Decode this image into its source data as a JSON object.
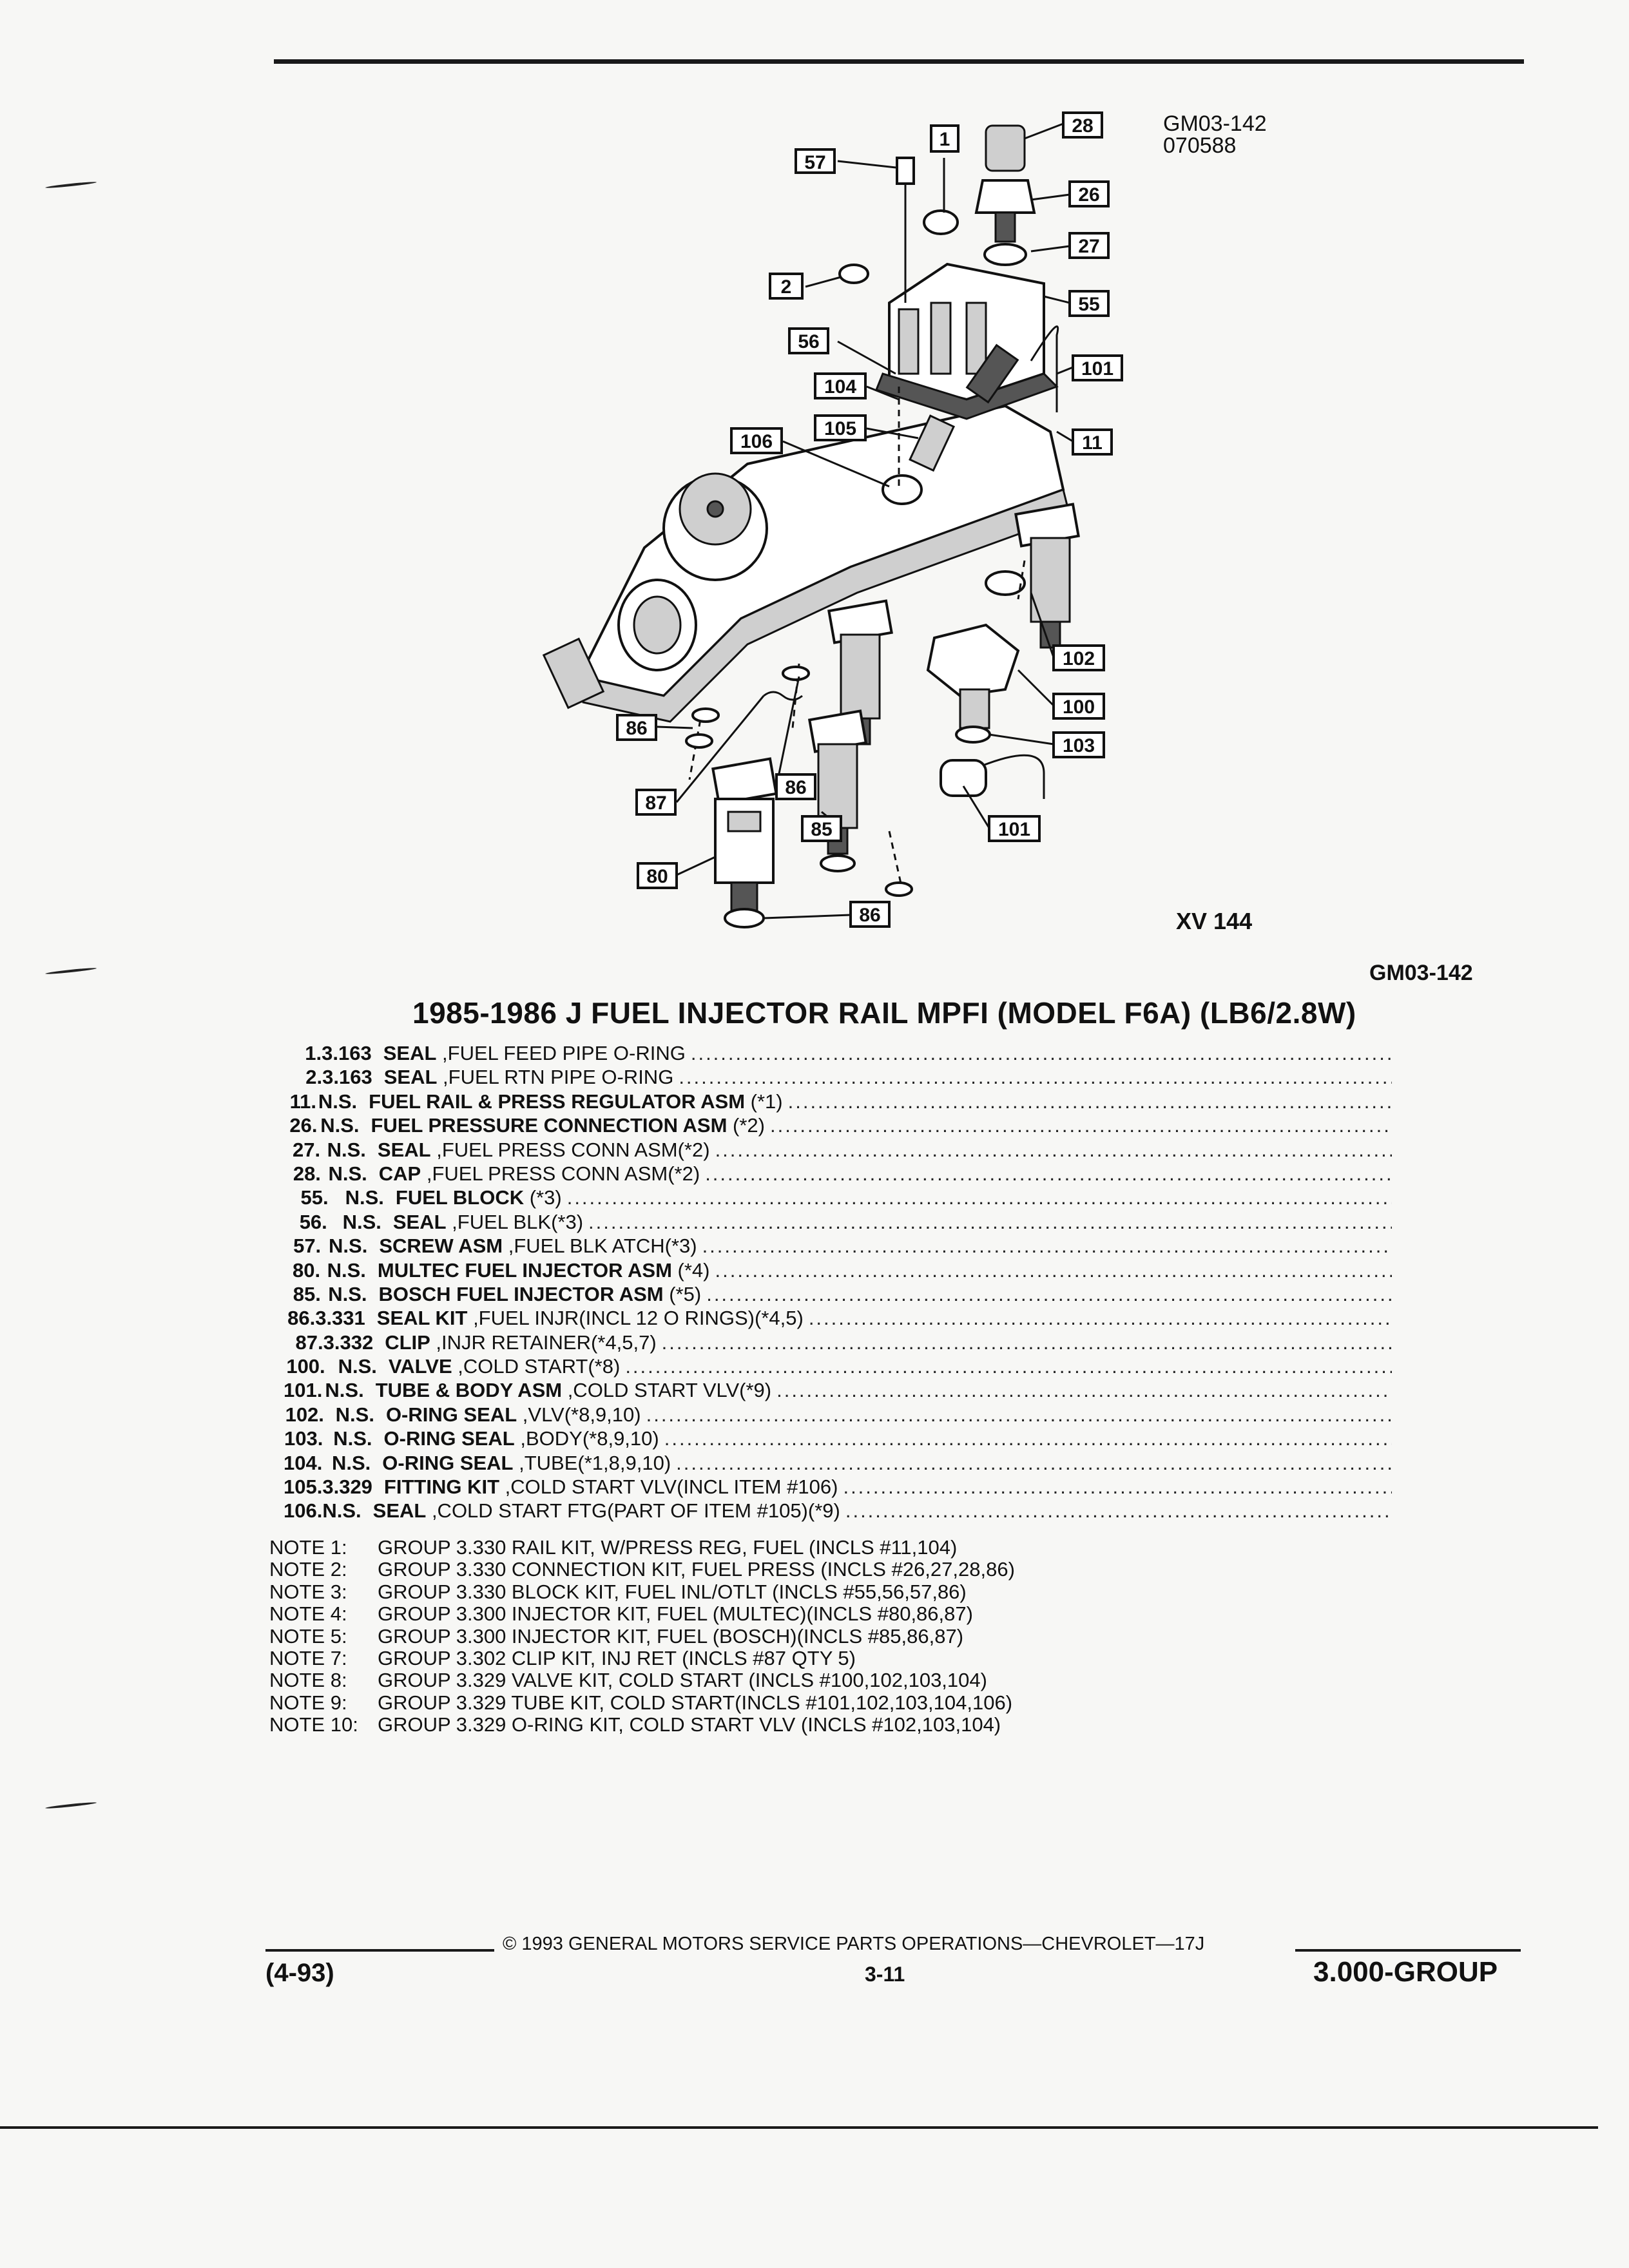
{
  "header": {
    "ref_code": "GM03-142",
    "ref_date": "070588",
    "view_code": "XV 144",
    "page_ref": "GM03-142"
  },
  "diagram": {
    "callouts": [
      "57",
      "1",
      "28",
      "26",
      "27",
      "2",
      "55",
      "56",
      "101",
      "104",
      "105",
      "106",
      "11",
      "102",
      "100",
      "103",
      "86",
      "87",
      "86",
      "85",
      "101",
      "80",
      "86"
    ]
  },
  "title": "1985-1986 J FUEL INJECTOR RAIL MPFI (MODEL F6A) (LB6/2.8W)",
  "parts": [
    {
      "num": "1.",
      "group": "3.163",
      "name": "SEAL",
      "detail": " ,FUEL FEED PIPE O-RING"
    },
    {
      "num": "2.",
      "group": "3.163",
      "name": "SEAL",
      "detail": " ,FUEL RTN PIPE O-RING"
    },
    {
      "num": "11.",
      "group": "N.S.",
      "name": "FUEL RAIL & PRESS REGULATOR ASM",
      "detail": " (*1)"
    },
    {
      "num": "26.",
      "group": "N.S.",
      "name": "FUEL PRESSURE CONNECTION ASM",
      "detail": " (*2)"
    },
    {
      "num": "27.",
      "group": "N.S.",
      "name": "SEAL",
      "detail": " ,FUEL PRESS CONN ASM(*2)"
    },
    {
      "num": "28.",
      "group": "N.S.",
      "name": "CAP",
      "detail": " ,FUEL PRESS CONN ASM(*2)"
    },
    {
      "num": "55.",
      "group": "N.S.",
      "name": "FUEL BLOCK",
      "detail": " (*3)"
    },
    {
      "num": "56.",
      "group": "N.S.",
      "name": "SEAL",
      "detail": " ,FUEL BLK(*3)"
    },
    {
      "num": "57.",
      "group": "N.S.",
      "name": "SCREW ASM",
      "detail": " ,FUEL BLK ATCH(*3)"
    },
    {
      "num": "80.",
      "group": "N.S.",
      "name": "MULTEC FUEL INJECTOR ASM",
      "detail": " (*4)"
    },
    {
      "num": "85.",
      "group": "N.S.",
      "name": "BOSCH FUEL INJECTOR ASM",
      "detail": " (*5)"
    },
    {
      "num": "86.",
      "group": "3.331",
      "name": "SEAL KIT",
      "detail": " ,FUEL INJR(INCL 12 O RINGS)(*4,5)"
    },
    {
      "num": "87.",
      "group": "3.332",
      "name": "CLIP",
      "detail": " ,INJR RETAINER(*4,5,7)"
    },
    {
      "num": "100.",
      "group": "N.S.",
      "name": "VALVE",
      "detail": " ,COLD START(*8)"
    },
    {
      "num": "101.",
      "group": "N.S.",
      "name": "TUBE & BODY ASM",
      "detail": " ,COLD START VLV(*9)"
    },
    {
      "num": "102.",
      "group": "N.S.",
      "name": "O-RING SEAL",
      "detail": " ,VLV(*8,9,10)"
    },
    {
      "num": "103.",
      "group": "N.S.",
      "name": "O-RING SEAL",
      "detail": " ,BODY(*8,9,10)"
    },
    {
      "num": "104.",
      "group": "N.S.",
      "name": "O-RING SEAL",
      "detail": " ,TUBE(*1,8,9,10)"
    },
    {
      "num": "105.",
      "group": "3.329",
      "name": "FITTING KIT",
      "detail": " ,COLD START VLV(INCL ITEM #106)"
    },
    {
      "num": "106.",
      "group": "N.S.",
      "name": "SEAL",
      "detail": " ,COLD START FTG(PART OF ITEM #105)(*9)"
    }
  ],
  "notes": [
    {
      "label": "NOTE 1:",
      "text": "GROUP 3.330 RAIL KIT, W/PRESS REG, FUEL (INCLS #11,104)"
    },
    {
      "label": "NOTE 2:",
      "text": "GROUP 3.330 CONNECTION KIT, FUEL PRESS (INCLS #26,27,28,86)"
    },
    {
      "label": "NOTE 3:",
      "text": "GROUP 3.330 BLOCK KIT, FUEL INL/OTLT (INCLS #55,56,57,86)"
    },
    {
      "label": "NOTE 4:",
      "text": "GROUP 3.300 INJECTOR KIT, FUEL (MULTEC)(INCLS #80,86,87)"
    },
    {
      "label": "NOTE 5:",
      "text": "GROUP 3.300 INJECTOR KIT, FUEL (BOSCH)(INCLS #85,86,87)"
    },
    {
      "label": "NOTE 7:",
      "text": "GROUP 3.302 CLIP KIT, INJ RET (INCLS #87 QTY 5)"
    },
    {
      "label": "NOTE 8:",
      "text": "GROUP 3.329 VALVE KIT, COLD START (INCLS #100,102,103,104)"
    },
    {
      "label": "NOTE 9:",
      "text": "GROUP 3.329 TUBE KIT, COLD START(INCLS #101,102,103,104,106)"
    },
    {
      "label": "NOTE 10:",
      "text": "GROUP 3.329 O-RING KIT, COLD START VLV (INCLS #102,103,104)"
    }
  ],
  "footer": {
    "copyright": "© 1993 GENERAL MOTORS SERVICE PARTS OPERATIONS—CHEVROLET—17J",
    "date": "(4-93)",
    "page": "3-11",
    "group": "3.000-GROUP"
  }
}
